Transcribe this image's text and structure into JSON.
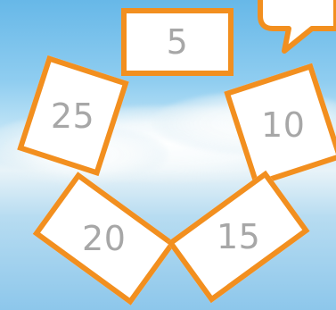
{
  "colors": {
    "card_border": "#f28f1f",
    "card_fill": "#ffffff",
    "number_text": "#a7a7a7"
  },
  "icons": {
    "speech_bubble": "speech-bubble-icon"
  },
  "cards": {
    "top": "5",
    "right": "10",
    "bottom_right": "15",
    "bottom_left": "20",
    "left": "25"
  }
}
